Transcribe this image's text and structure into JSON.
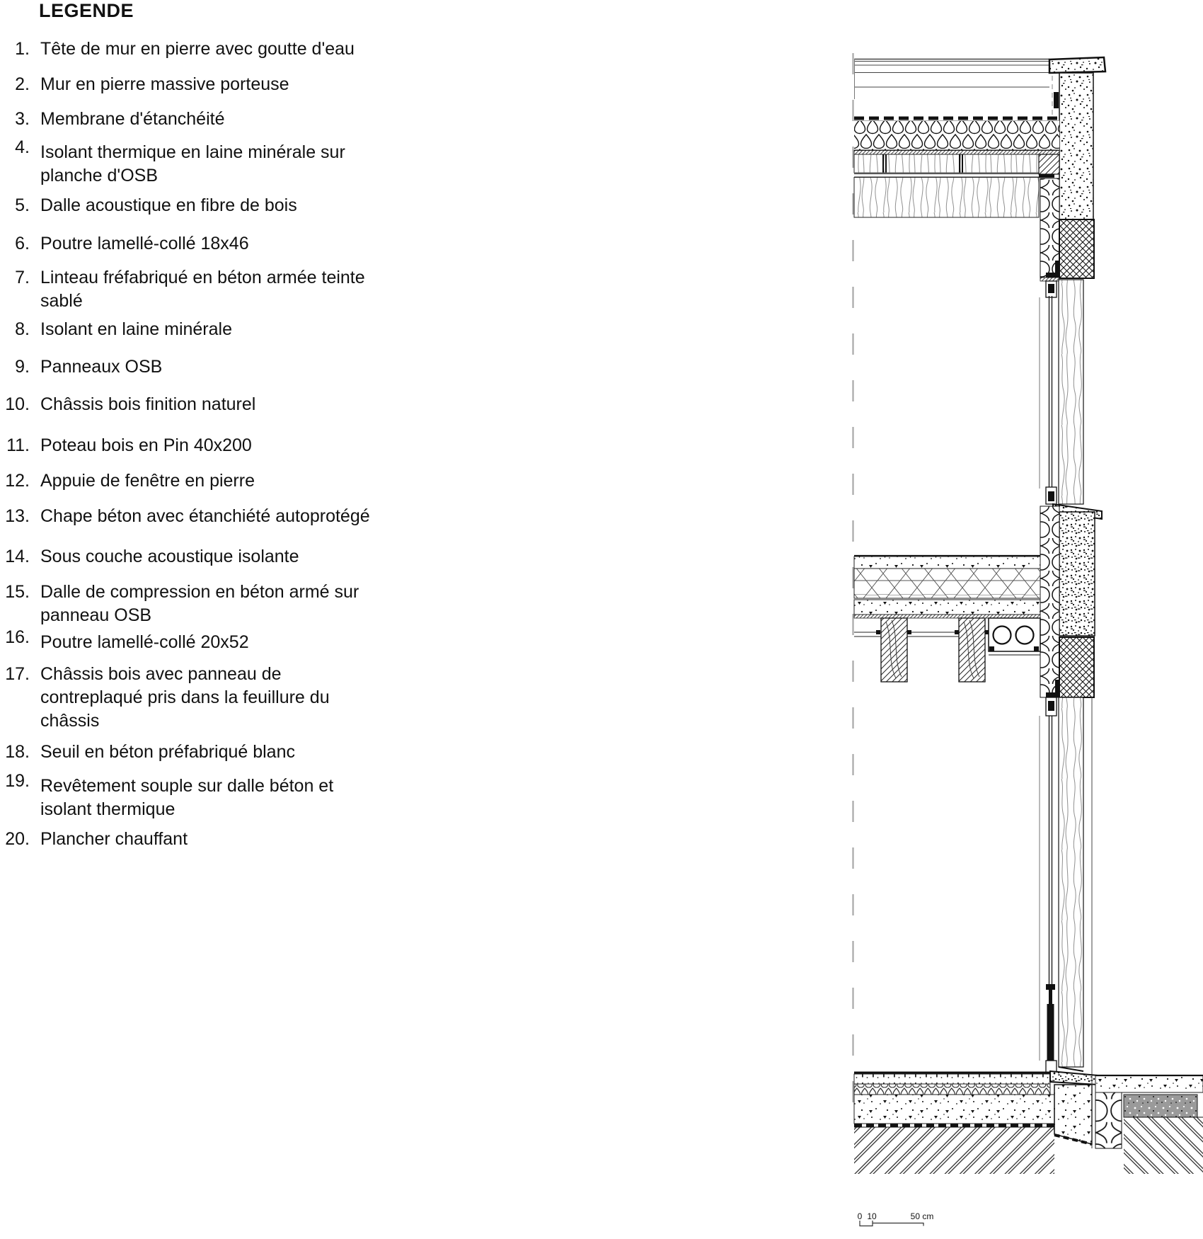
{
  "page": {
    "background": "#ffffff"
  },
  "legend": {
    "title": "LEGENDE",
    "items": [
      {
        "num": "1.",
        "text": "Tête de mur en pierre avec goutte d'eau"
      },
      {
        "num": "2.",
        "text": "Mur en pierre massive porteuse"
      },
      {
        "num": "3.",
        "text": "Membrane d'étanchéité"
      },
      {
        "num": "4.",
        "text": "Isolant thermique en laine minérale sur\nplanche d'OSB"
      },
      {
        "num": "5.",
        "text": "Dalle acoustique en fibre de bois"
      },
      {
        "num": "6.",
        "text": "Poutre lamellé-collé 18x46"
      },
      {
        "num": "7.",
        "text": "Linteau fréfabriqué en béton armée  teinte\nsablé"
      },
      {
        "num": "8.",
        "text": "Isolant en laine minérale"
      },
      {
        "num": "9.",
        "text": "Panneaux OSB"
      },
      {
        "num": "10.",
        "text": "Châssis bois finition naturel"
      },
      {
        "num": "11.",
        "text": "Poteau bois en Pin 40x200"
      },
      {
        "num": "12.",
        "text": "Appuie de fenêtre en pierre"
      },
      {
        "num": "13.",
        "text": "Chape béton avec étanchiété autoprotégé"
      },
      {
        "num": "14.",
        "text": "Sous couche acoustique isolante"
      },
      {
        "num": "15.",
        "text": "Dalle de compression en béton armé sur\npanneau OSB"
      },
      {
        "num": "16.",
        "text": "Poutre lamellé-collé 20x52"
      },
      {
        "num": "17.",
        "text": "Châssis bois avec panneau de\ncontreplaqué pris dans la feuillure du\nchâssis"
      },
      {
        "num": "18.",
        "text": "Seuil en béton préfabriqué blanc"
      },
      {
        "num": "19.",
        "text": "Revêtement souple sur dalle béton et\nisolant thermique"
      },
      {
        "num": "20.",
        "text": "Plancher chauffant"
      }
    ]
  },
  "drawing": {
    "scale_bar": {
      "zero": "0",
      "ten": "10",
      "fifty": "50 cm"
    },
    "colors": {
      "ink": "#111111",
      "gray_line": "#9a9a9a",
      "wood_grain": "#909090",
      "gray_fill": "#9a9a9a",
      "background": "#ffffff"
    },
    "parts": [
      "roof-edge-lines",
      "stone-coping",
      "stone-wall",
      "waterproof-membrane",
      "mineral-wool-insulation",
      "osb-panel",
      "timber-beam-band",
      "glulam-beam-end",
      "wall-insulation",
      "precast-concrete-lintel",
      "window-frame-head",
      "glazing",
      "timber-post",
      "stone-window-sill",
      "concrete-screed",
      "acoustic-underlay-hexagon",
      "compression-slab",
      "floor-joists",
      "heating-pipes",
      "precast-threshold",
      "ground-slab-hatch",
      "exterior-paving",
      "gravel-block",
      "section-axis-line",
      "scale-bar"
    ]
  }
}
